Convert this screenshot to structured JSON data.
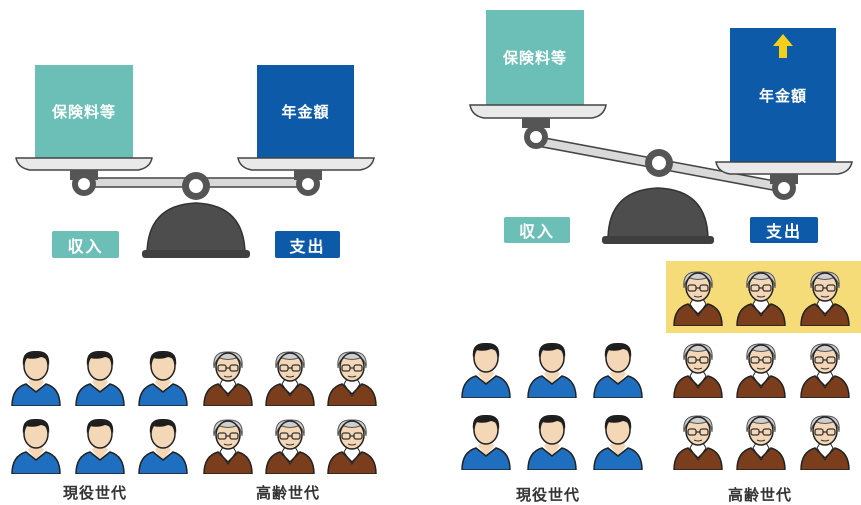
{
  "left_panel": {
    "income_block": "保険料等",
    "expense_block": "年金額",
    "income_label": "収入",
    "expense_label": "支出",
    "working_generation": "現役世代",
    "elderly_generation": "高齢世代"
  },
  "right_panel": {
    "income_block": "保険料等",
    "expense_block": "年金額",
    "income_label": "収入",
    "expense_label": "支出",
    "working_generation": "現役世代",
    "elderly_generation": "高齢世代"
  },
  "colors": {
    "income": "#6bbfb6",
    "expense": "#0d5ba8",
    "scale": "#555555",
    "young_shirt": "#1e6fbf",
    "elder_shirt": "#7a3e1d",
    "highlight": "#f6dc78",
    "arrow": "#f3d01a"
  }
}
